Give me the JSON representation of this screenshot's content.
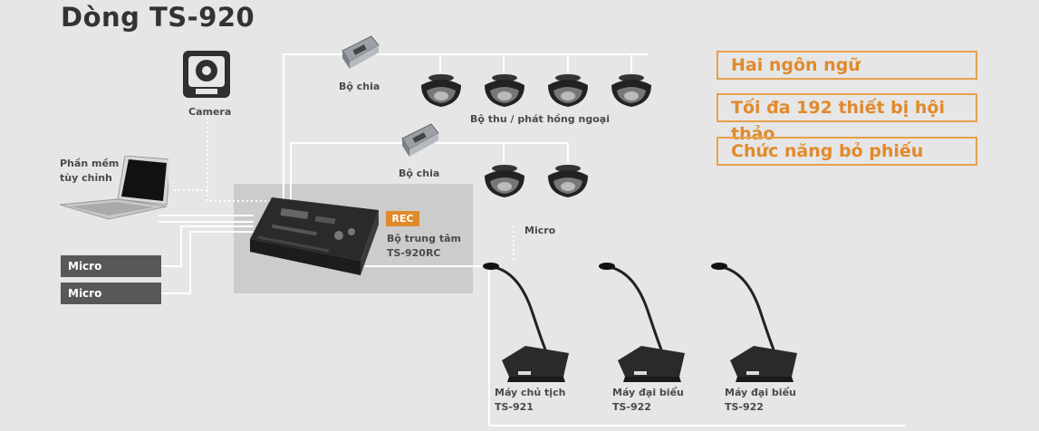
{
  "title": "Dòng TS-920",
  "features": [
    "Hai ngôn ngữ",
    "Tối đa 192 thiết bị hội thảo",
    "Chức năng bỏ phiếu"
  ],
  "labels": {
    "camera": "Camera",
    "software_line1": "Phần mềm",
    "software_line2": "tùy chỉnh",
    "splitter_top": "Bộ chia",
    "splitter_mid": "Bộ chia",
    "ir_transceiver": "Bộ thu / phát hồng ngoại",
    "rec": "REC",
    "hub_line1": "Bộ trung tâm",
    "hub_line2": "TS-920RC",
    "micro_left_1": "Micro",
    "micro_left_2": "Micro",
    "micro_top": "Micro",
    "chair_line1": "Máy chủ tịch",
    "chair_line2": "TS-921",
    "delegate1_line1": "Máy đại biểu",
    "delegate1_line2": "TS-922",
    "delegate2_line1": "Máy đại biểu",
    "delegate2_line2": "TS-922"
  },
  "colors": {
    "background": "#e6e6e6",
    "accent": "#e08a2c",
    "micro_box": "#58585a",
    "hub_panel": "#cccccc"
  },
  "icons": [
    "camera-icon",
    "laptop-icon",
    "splitter-icon",
    "ir-dome-icon",
    "central-unit-icon",
    "gooseneck-mic-icon"
  ]
}
